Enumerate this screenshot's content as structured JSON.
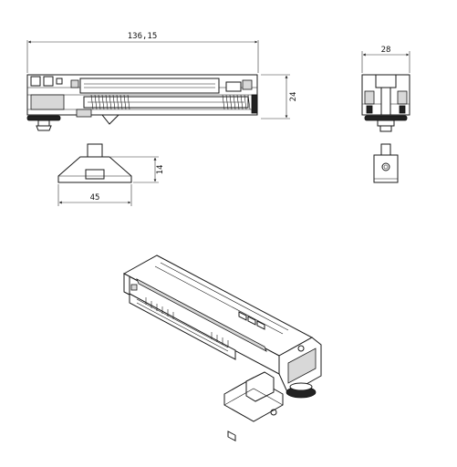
{
  "drawing": {
    "dimensions": {
      "overall_length": "136,15",
      "height": "24",
      "width": "28",
      "bracket_height": "14",
      "bracket_width": "45"
    }
  }
}
